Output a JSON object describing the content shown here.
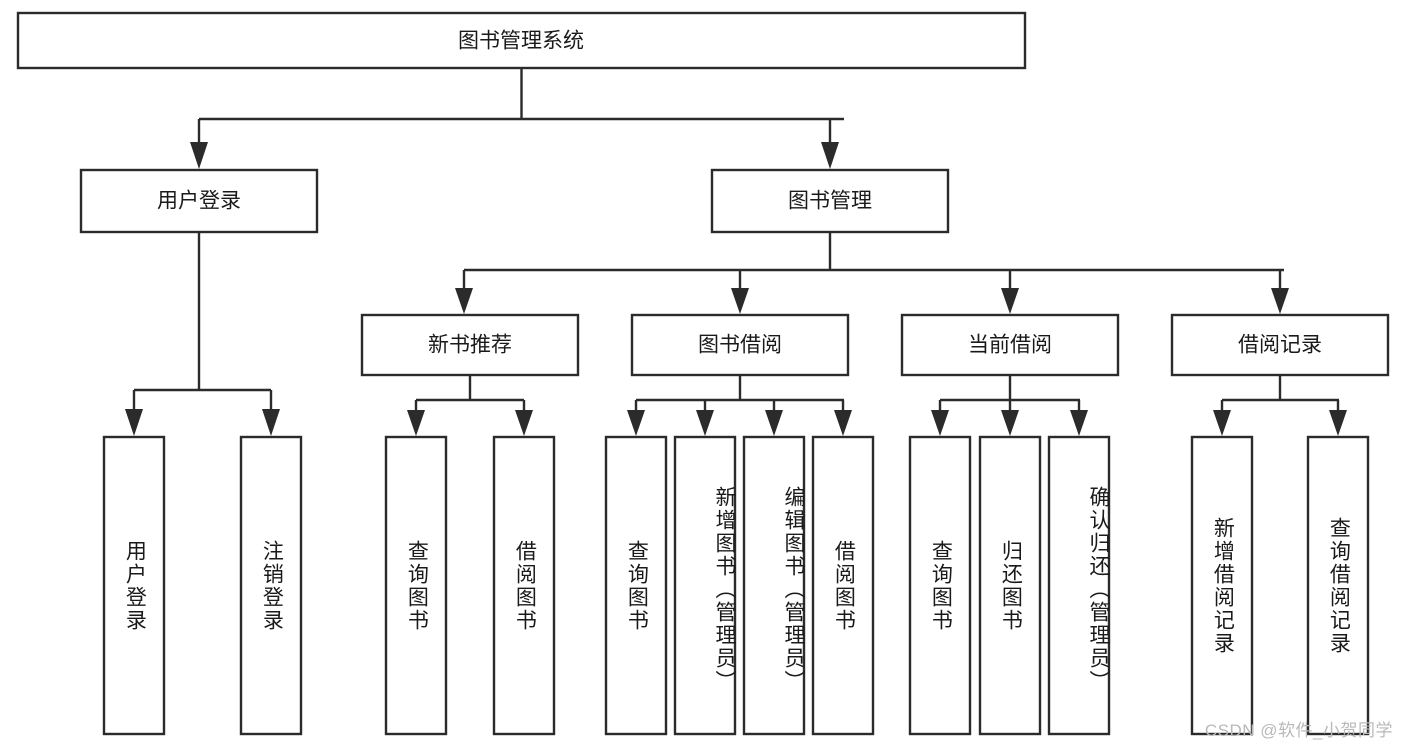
{
  "diagram": {
    "type": "tree-hierarchy",
    "title": "图书管理系统",
    "orientation": "top-down",
    "colors": {
      "box_fill": "#ffffff",
      "box_stroke": "#2b2b2b",
      "text": "#1a1a1a",
      "background": "#ffffff",
      "watermark": "#b9b9b9"
    },
    "root": {
      "label": "图书管理系统"
    },
    "level2": [
      {
        "id": "user-login",
        "label": "用户登录"
      },
      {
        "id": "book-manage",
        "label": "图书管理"
      }
    ],
    "level3": [
      {
        "id": "new-book-recommend",
        "label": "新书推荐"
      },
      {
        "id": "book-borrow",
        "label": "图书借阅"
      },
      {
        "id": "current-borrow",
        "label": "当前借阅"
      },
      {
        "id": "borrow-record",
        "label": "借阅记录"
      }
    ],
    "leaves": {
      "user_login": [
        {
          "id": "leaf-user-login",
          "label": "用户登录"
        },
        {
          "id": "leaf-logout-login",
          "label": "注销登录"
        }
      ],
      "new_book_recommend": [
        {
          "id": "leaf-query-book-1",
          "label": "查询图书"
        },
        {
          "id": "leaf-borrow-book-1",
          "label": "借阅图书"
        }
      ],
      "book_borrow": [
        {
          "id": "leaf-query-book-2",
          "label": "查询图书"
        },
        {
          "id": "leaf-add-book",
          "label": "新增图书（管理员）"
        },
        {
          "id": "leaf-edit-book",
          "label": "编辑图书（管理员）"
        },
        {
          "id": "leaf-borrow-book-2",
          "label": "借阅图书"
        }
      ],
      "current_borrow": [
        {
          "id": "leaf-query-book-3",
          "label": "查询图书"
        },
        {
          "id": "leaf-return-book",
          "label": "归还图书"
        },
        {
          "id": "leaf-confirm-return",
          "label": "确认归还（管理员）"
        }
      ],
      "borrow_record": [
        {
          "id": "leaf-add-record",
          "label": "新增借阅记录"
        },
        {
          "id": "leaf-query-record",
          "label": "查询借阅记录"
        }
      ]
    }
  },
  "watermark": {
    "text": "CSDN @软件_小贺同学"
  }
}
